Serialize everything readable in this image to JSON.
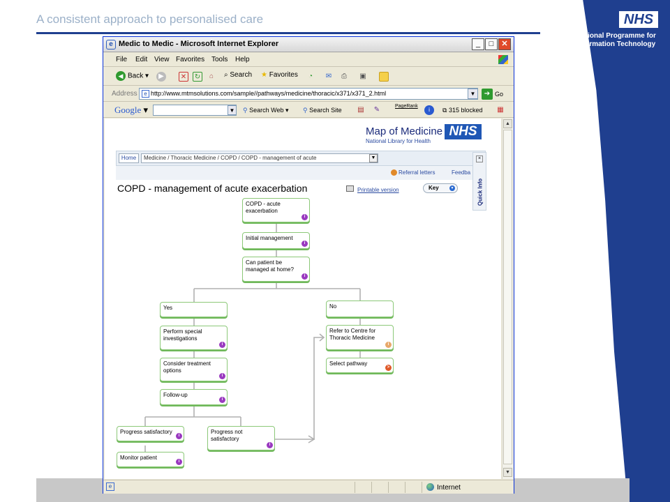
{
  "slide": {
    "title": "A consistent approach to personalised care",
    "nhs_logo": "NHS",
    "programme_line1": "National Programme for",
    "programme_line2": "Information Technology"
  },
  "browser": {
    "window_title": "Medic to Medic - Microsoft Internet Explorer",
    "menu": [
      "File",
      "Edit",
      "View",
      "Favorites",
      "Tools",
      "Help"
    ],
    "toolbar": {
      "back": "Back",
      "search": "Search",
      "favorites": "Favorites"
    },
    "address_label": "Address",
    "address_value": "http://www.mtmsolutions.com/sample//pathways/medicine/thoracic/x371/x371_2.html",
    "go_label": "Go",
    "google": {
      "logo": "Google",
      "search_web": "Search Web",
      "search_site": "Search Site",
      "pagerank": "PageRank",
      "blocked": "315 blocked"
    },
    "status": {
      "zone": "Internet"
    }
  },
  "page": {
    "brand_title": "Map of Medicine",
    "brand_sub": "National Library for Health",
    "brand_nhs": "NHS",
    "home": "Home",
    "breadcrumb": "Medicine / Thoracic Medicine / COPD / COPD - management of acute",
    "referral": "Referral letters",
    "feedback": "Feedba",
    "quick_info": "Quick Info",
    "pathway_title": "COPD - management of acute exacerbation",
    "printable": "Printable version",
    "key": "Key"
  },
  "pathway": {
    "nodes": [
      {
        "id": "n1",
        "text": "COPD - acute exacerbation",
        "badge": "i"
      },
      {
        "id": "n2",
        "text": "Initial management",
        "badge": "i"
      },
      {
        "id": "n3",
        "text": "Can patient be managed at home?",
        "badge": "i"
      },
      {
        "id": "n4",
        "text": "Yes",
        "badge": ""
      },
      {
        "id": "n5",
        "text": "No",
        "badge": ""
      },
      {
        "id": "n6",
        "text": "Perform special investigations",
        "badge": "i"
      },
      {
        "id": "n7",
        "text": "Refer to Centre for Thoracic Medicine",
        "badge": "i"
      },
      {
        "id": "n8",
        "text": "Consider treatment options",
        "badge": "i"
      },
      {
        "id": "n9",
        "text": "Select pathway",
        "badge": ">"
      },
      {
        "id": "n10",
        "text": "Follow-up",
        "badge": "i"
      },
      {
        "id": "n11",
        "text": "Progress satisfactory",
        "badge": "i"
      },
      {
        "id": "n12",
        "text": "Progress not satisfactory",
        "badge": "i"
      },
      {
        "id": "n13",
        "text": "Monitor patient",
        "badge": "i"
      }
    ]
  }
}
